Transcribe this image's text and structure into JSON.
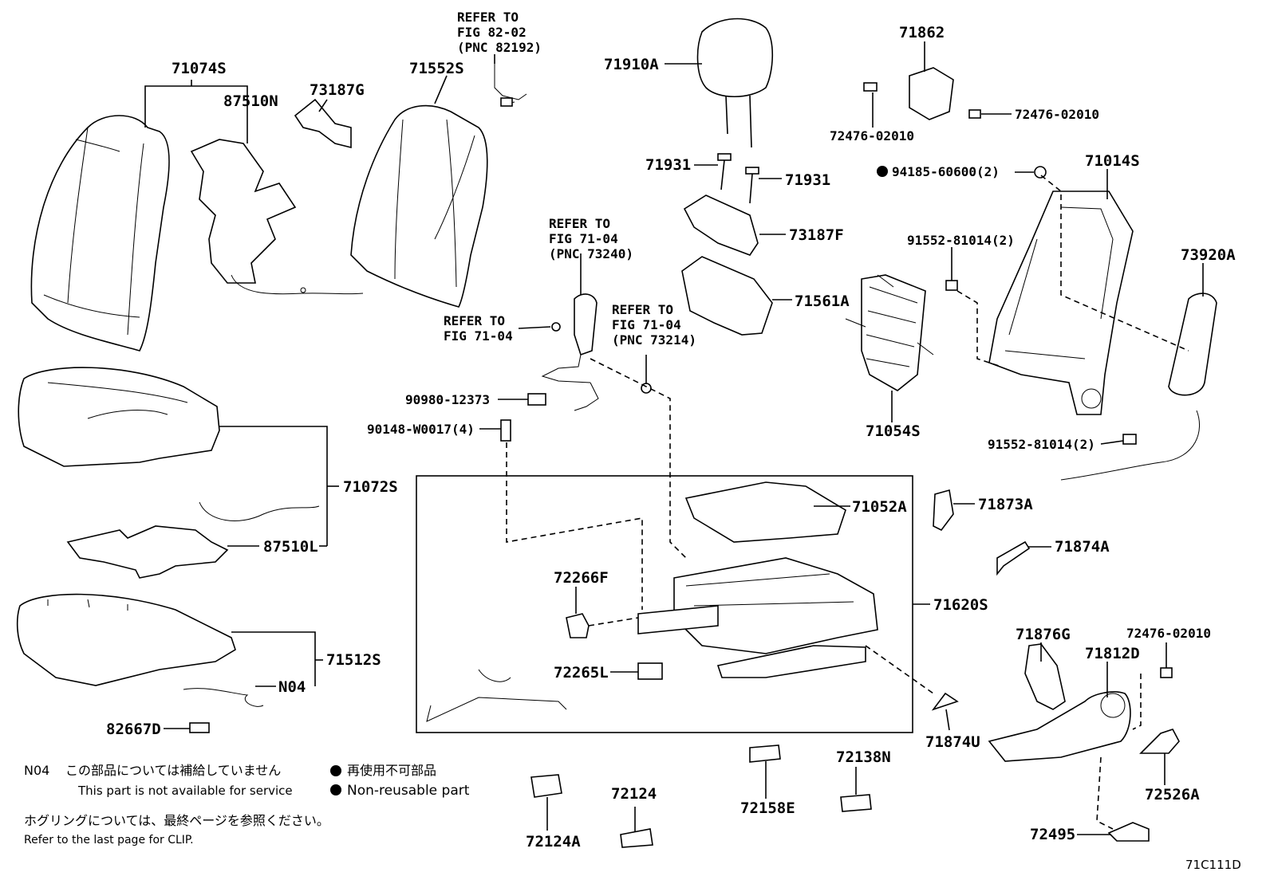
{
  "parts": {
    "p71074S": "71074S",
    "p87510N": "87510N",
    "p73187G": "73187G",
    "p71552S": "71552S",
    "p71910A": "71910A",
    "p71862": "71862",
    "p72476_a": "72476-02010",
    "p72476_b": "72476-02010",
    "p72476_c": "72476-02010",
    "p71931_a": "71931",
    "p71931_b": "71931",
    "p94185": "94185-60600(2)",
    "p71014S": "71014S",
    "p73187F": "73187F",
    "p91552_a": "91552-81014(2)",
    "p91552_b": "91552-81014(2)",
    "p73920A": "73920A",
    "p71561A": "71561A",
    "p71054S": "71054S",
    "p90980": "90980-12373",
    "p90148": "90148-W0017(4)",
    "p71072S": "71072S",
    "p87510L": "87510L",
    "p71052A": "71052A",
    "p71873A": "71873A",
    "p71874A": "71874A",
    "p72266F": "72266F",
    "p71620S": "71620S",
    "p72265L": "72265L",
    "p71512S": "71512S",
    "pN04": "N04",
    "p82667D": "82667D",
    "p71876G": "71876G",
    "p71812D": "71812D",
    "p71874U": "71874U",
    "p72526A": "72526A",
    "p72495": "72495",
    "p72124A": "72124A",
    "p72124": "72124",
    "p72158E": "72158E",
    "p72138N": "72138N"
  },
  "refs": {
    "ref1": [
      "REFER TO",
      "FIG 82-02",
      "(PNC 82192)"
    ],
    "ref2": [
      "REFER TO",
      "FIG 71-04",
      "(PNC 73240)"
    ],
    "ref3": [
      "REFER TO",
      "FIG 71-04"
    ],
    "ref4": [
      "REFER TO",
      "FIG 71-04",
      "(PNC 73214)"
    ]
  },
  "legend": {
    "n04_code": "N04",
    "n04_jp": "この部品については補給していません",
    "n04_en": "This part is not available for service",
    "nonreuse_jp": "再使用不可部品",
    "nonreuse_en": "Non-reusable part",
    "clip_jp": "ホグリングについては、最終ページを参照ください。",
    "clip_en": "Refer to the last page for CLIP."
  },
  "figure_code": "71C111D"
}
